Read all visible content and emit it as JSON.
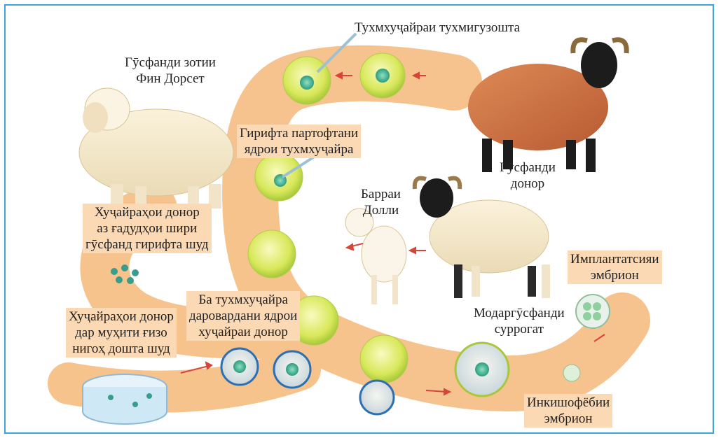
{
  "colors": {
    "frame": "#3ba6da",
    "band": "#f5b97a",
    "label_box": "#fbd9b4",
    "egg_yellow": "#e8f080",
    "egg_blue_ring": "#2d6fb0",
    "arrow": "#d6453a"
  },
  "labels": {
    "enucleated_egg": "Тухмхуҷайраи тухмигузошта",
    "finn_dorset_line1": "Гӯсфанди зотии",
    "finn_dorset_line2": "Фин Дорсет",
    "nucleus_removed_line1": "Гирифта партофтани",
    "nucleus_removed_line2": "ядрои тухмхуҷайра",
    "donor_sheep_line1": "Гӯсфанди",
    "donor_sheep_line2": "донор",
    "dolly_line1": "Барраи",
    "dolly_line2": "Долли",
    "donor_cells_taken_line1": "Хуҷайраҳои донор",
    "donor_cells_taken_line2": "аз ғадудҳои шири",
    "donor_cells_taken_line3": "гӯсфанд гирифта шуд",
    "implant_line1": "Имплантатсияи",
    "implant_line2": "эмбрион",
    "egg_plus_donor_line1": "Ба тухмхуҷайра",
    "egg_plus_donor_line2": "даровардани ядрои",
    "egg_plus_donor_line3": "хуҷайраи донор",
    "culture_line1": "Хуҷайраҳои донор",
    "culture_line2": "дар муҳити ғизо",
    "culture_line3": "нигоҳ дошта шуд",
    "surrogate_line1": "Модаргӯсфанди",
    "surrogate_line2": "суррогат",
    "embryo_dev_line1": "Инкишофёбии",
    "embryo_dev_line2": "эмбрион"
  }
}
